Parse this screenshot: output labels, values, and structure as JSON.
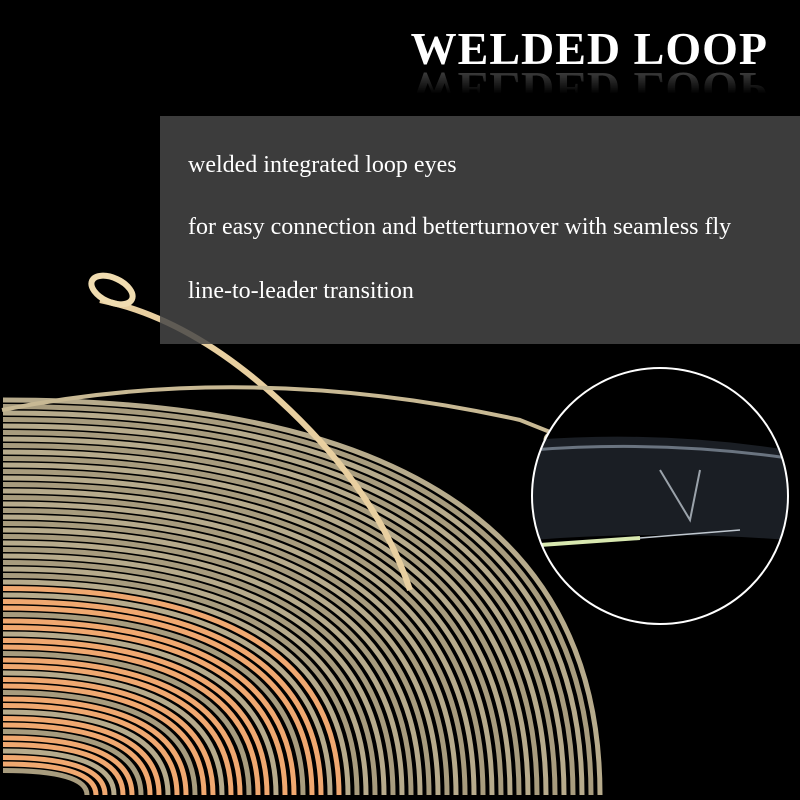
{
  "title": "WELDED LOOP",
  "description_lines": [
    "welded integrated loop eyes",
    "for easy connection and betterturnover with seamless fly",
    "line-to-leader transition"
  ],
  "colors": {
    "background": "#000000",
    "line_tan": "#b7ab8c",
    "line_orange": "#f0a870",
    "panel": "#464646"
  }
}
